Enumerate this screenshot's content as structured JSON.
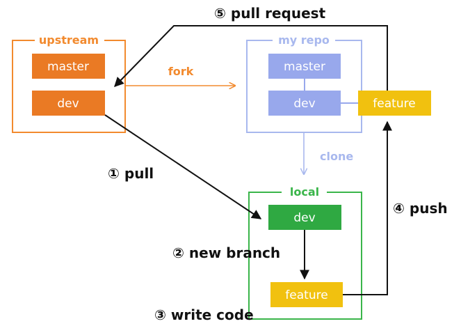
{
  "colors": {
    "upstream": "#f28a2e",
    "upstream_box": "#ea7a24",
    "myrepo": "#a8b8ee",
    "myrepo_box": "#98a8ec",
    "local": "#3ab54a",
    "local_box": "#2fa942",
    "feature": "#f1c10f",
    "step": "#111111"
  },
  "groups": {
    "upstream": "upstream",
    "myrepo": "my repo",
    "local": "local"
  },
  "boxes": {
    "upstream_master": "master",
    "upstream_dev": "dev",
    "myrepo_master": "master",
    "myrepo_dev": "dev",
    "myrepo_feature": "feature",
    "local_dev": "dev",
    "local_feature": "feature"
  },
  "edges": {
    "fork": "fork",
    "clone": "clone"
  },
  "steps": {
    "pull": "① pull",
    "new_branch": "② new branch",
    "write_code": "③ write code",
    "push": "④ push",
    "pull_request": "⑤ pull request"
  }
}
